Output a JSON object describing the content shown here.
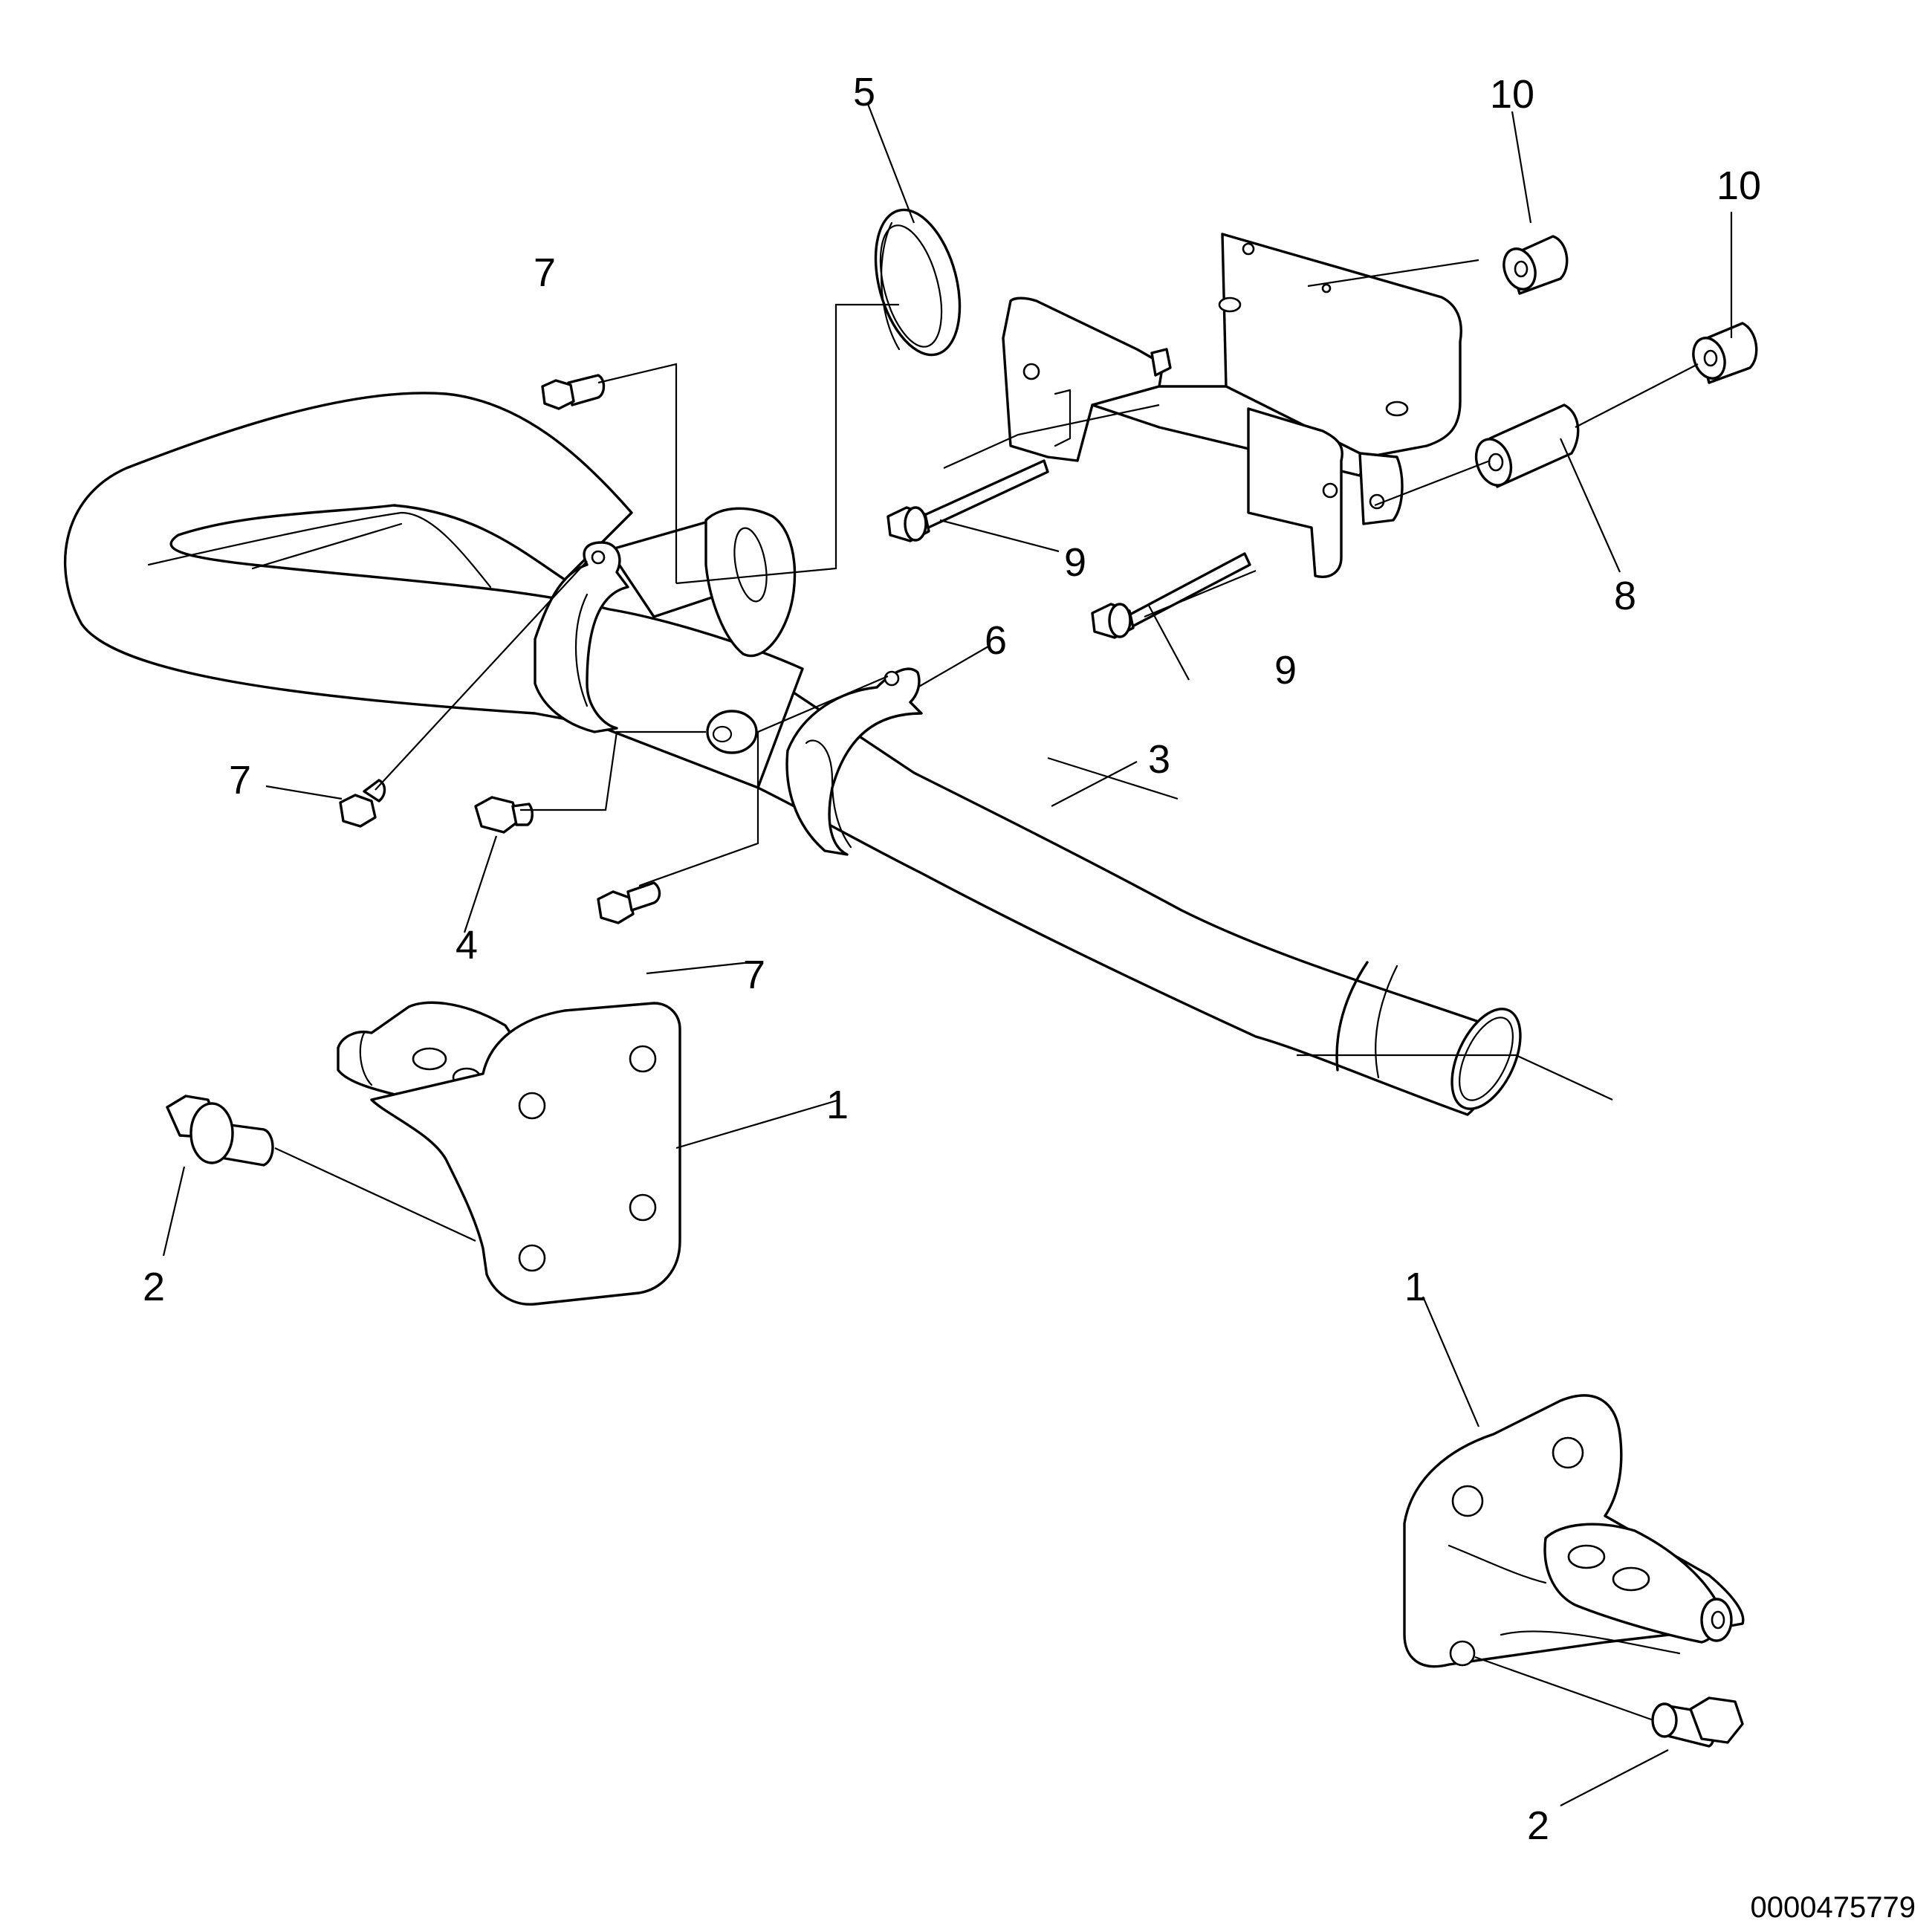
{
  "figure_id": "0000475779",
  "callouts": {
    "c1a": "1",
    "c1b": "1",
    "c2a": "2",
    "c2b": "2",
    "c3": "3",
    "c4": "4",
    "c5": "5",
    "c6": "6",
    "c7a": "7",
    "c7b": "7",
    "c7c": "7",
    "c8": "8",
    "c9a": "9",
    "c9b": "9",
    "c10a": "10",
    "c10b": "10"
  }
}
